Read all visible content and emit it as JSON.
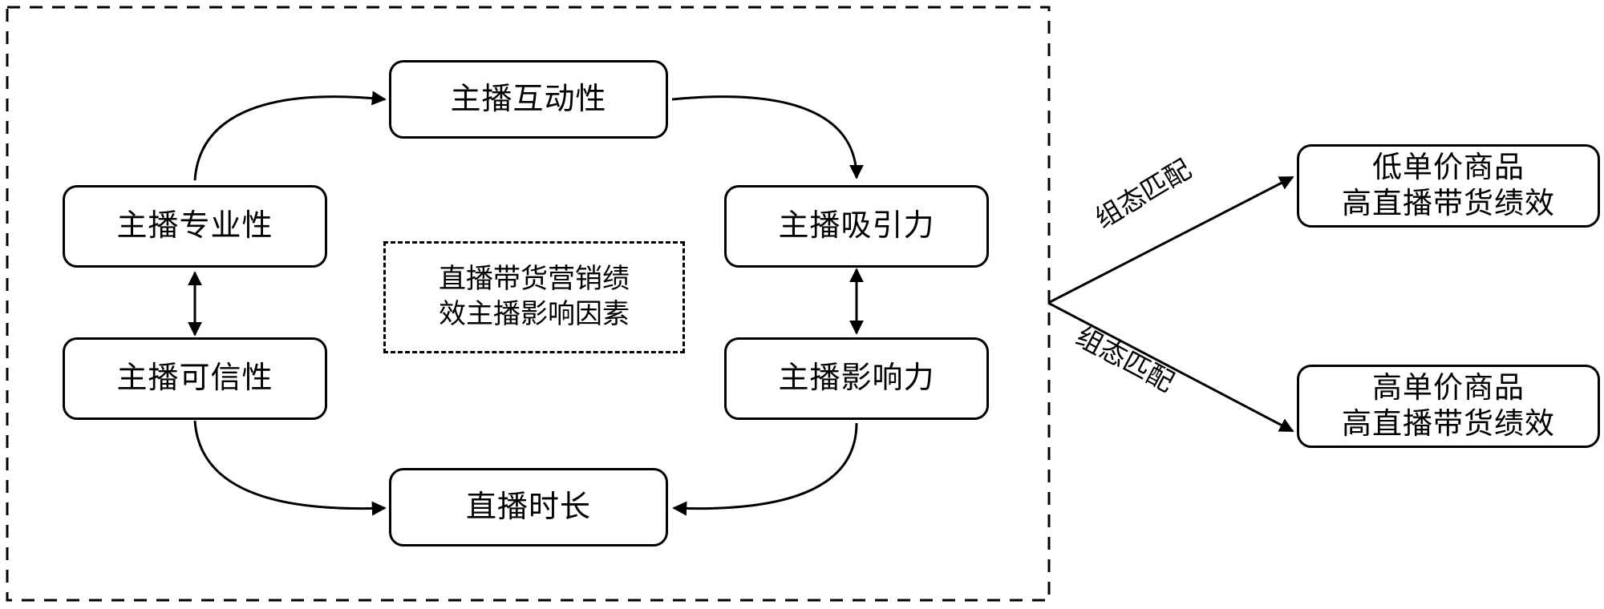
{
  "diagram": {
    "title_hidden": "",
    "stroke_color": "#000000",
    "background_color": "#ffffff",
    "container": {
      "name": "dashed-outer-container",
      "style": "dashed"
    },
    "center": {
      "label": "直播带货营销绩\n效主播影响因素",
      "style": "dashed"
    },
    "nodes": [
      {
        "id": "interactivity",
        "label": "主播互动性"
      },
      {
        "id": "professionalism",
        "label": "主播专业性"
      },
      {
        "id": "credibility",
        "label": "主播可信性"
      },
      {
        "id": "attractiveness",
        "label": "主播吸引力"
      },
      {
        "id": "influence",
        "label": "主播影响力"
      },
      {
        "id": "duration",
        "label": "直播时长"
      }
    ],
    "outcomes": [
      {
        "id": "low-price",
        "label": "低单价商品\n高直播带货绩效"
      },
      {
        "id": "high-price",
        "label": "高单价商品\n高直播带货绩效"
      }
    ],
    "edge_labels": [
      {
        "id": "match-top",
        "label": "组态匹配"
      },
      {
        "id": "match-bottom",
        "label": "组态匹配"
      }
    ]
  }
}
